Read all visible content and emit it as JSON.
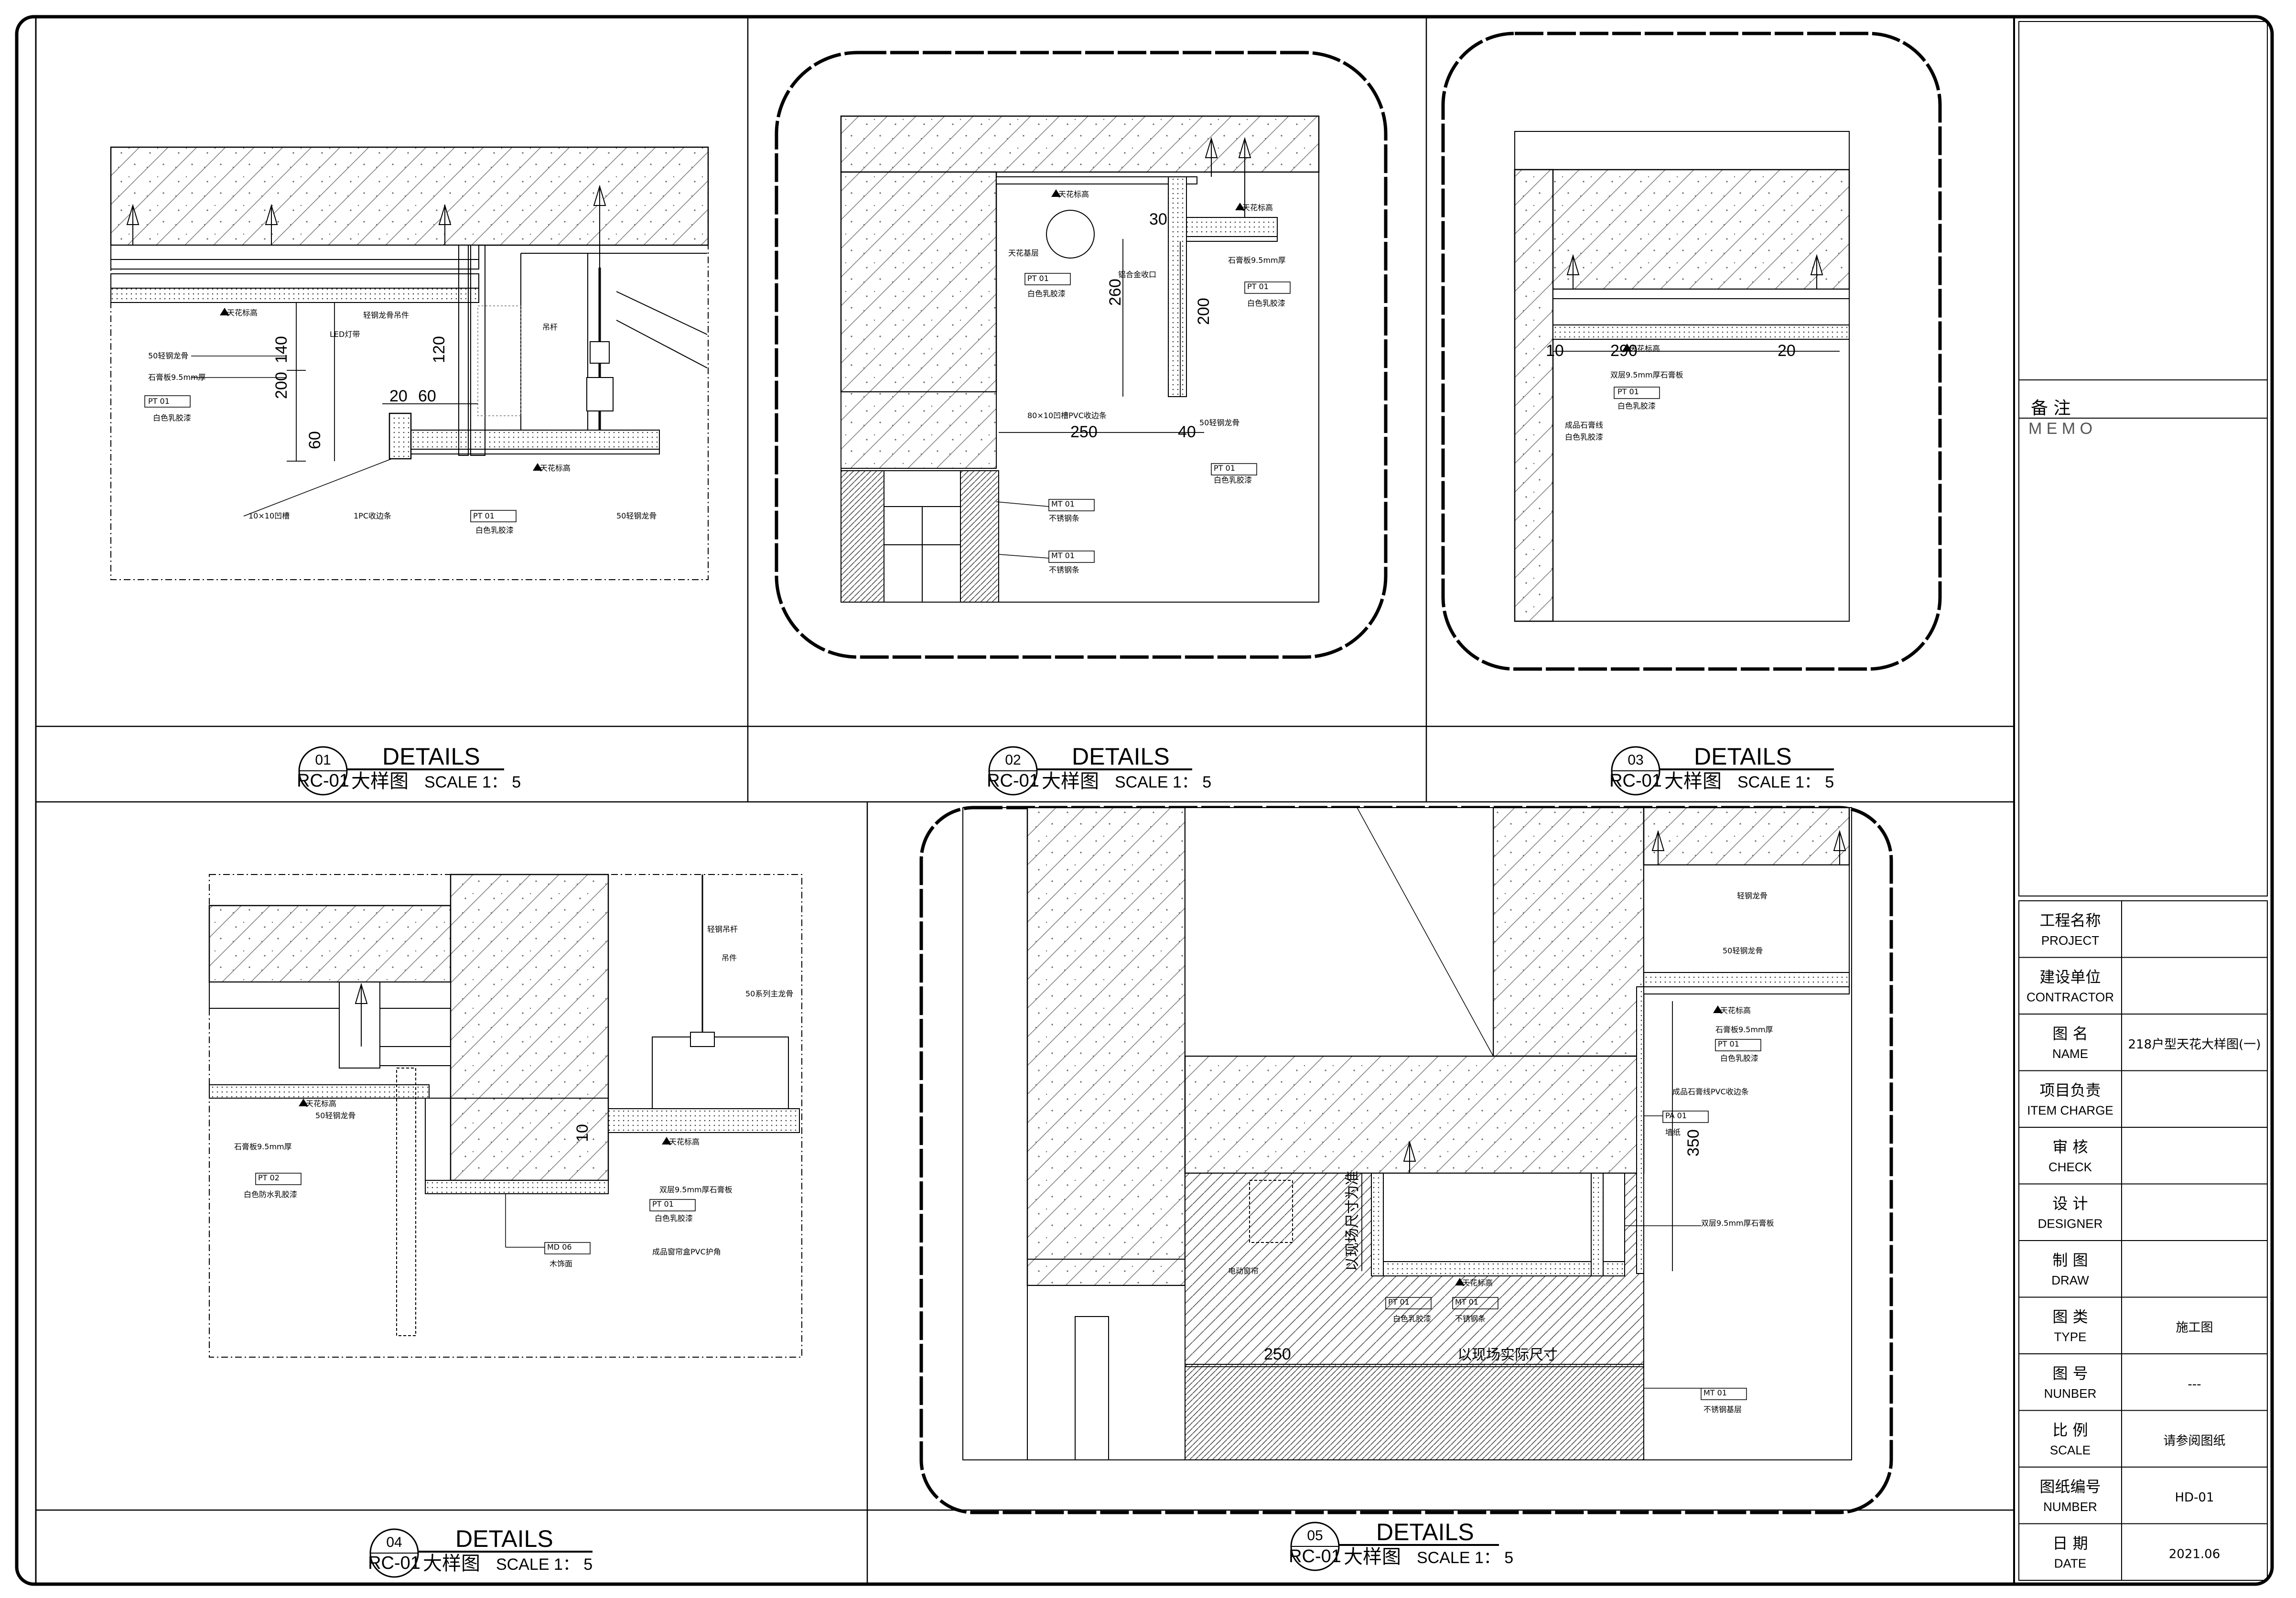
{
  "details": [
    {
      "num": "01",
      "code": "RC-01",
      "title": "DETAILS",
      "cn": "大样图",
      "scale": "SCALE 1：  5"
    },
    {
      "num": "02",
      "code": "RC-01",
      "title": "DETAILS",
      "cn": "大样图",
      "scale": "SCALE 1：  5"
    },
    {
      "num": "03",
      "code": "RC-01",
      "title": "DETAILS",
      "cn": "大样图",
      "scale": "SCALE 1：  5"
    },
    {
      "num": "04",
      "code": "RC-01",
      "title": "DETAILS",
      "cn": "大样图",
      "scale": "SCALE 1：  5"
    },
    {
      "num": "05",
      "code": "RC-01",
      "title": "DETAILS",
      "cn": "大样图",
      "scale": "SCALE 1：  5"
    }
  ],
  "memo": {
    "cn": "备  注",
    "en": "M E M O"
  },
  "title_block": [
    {
      "cn": "工程名称",
      "en": "PROJECT",
      "value": ""
    },
    {
      "cn": "建设单位",
      "en": "CONTRACTOR",
      "value": ""
    },
    {
      "cn": "图    名",
      "en": "NAME",
      "value": "218户型天花大样图(一)"
    },
    {
      "cn": "项目负责",
      "en": "ITEM CHARGE",
      "value": ""
    },
    {
      "cn": "审    核",
      "en": "CHECK",
      "value": ""
    },
    {
      "cn": "设    计",
      "en": "DESIGNER",
      "value": ""
    },
    {
      "cn": "制    图",
      "en": "DRAW",
      "value": ""
    },
    {
      "cn": "图    类",
      "en": "TYPE",
      "value": "施工图"
    },
    {
      "cn": "图    号",
      "en": "NUNBER",
      "value": "---"
    },
    {
      "cn": "比    例",
      "en": "SCALE",
      "value": "请参阅图纸"
    },
    {
      "cn": "图纸编号",
      "en": "NUMBER",
      "value": "HD-01"
    },
    {
      "cn": "日    期",
      "en": "DATE",
      "value": "2021.06"
    }
  ],
  "dims": {
    "d1": [
      "140",
      "200",
      "60",
      "20",
      "60",
      "120"
    ],
    "d2": [
      "30",
      "260",
      "200",
      "250",
      "40"
    ],
    "d3": [
      "10",
      "290",
      "20"
    ],
    "d4": [
      "10"
    ],
    "d5": [
      "350",
      "250",
      "以现场实际尺寸",
      "以现场尺寸为准"
    ]
  },
  "notes": {
    "d1": [
      "50轻钢龙骨",
      "石膏板9.5mm厚",
      "PT 01",
      "白色乳胶漆",
      "LED灯带",
      "轻钢龙骨吊件",
      "吊杆",
      "10×10凹槽",
      "1PC收边条",
      "PT 01",
      "白色乳胶漆",
      "50轻钢龙骨"
    ],
    "d2": [
      "天花基层",
      "PT 01",
      "白色乳胶漆",
      "铝合金收口",
      "石膏板9.5mm厚",
      "PT 01",
      "白色乳胶漆",
      "80×10凹槽PVC收边条",
      "50轻钢龙骨",
      "PT 01",
      "白色乳胶漆",
      "MT 01",
      "不锈钢条",
      "MT 01",
      "不锈钢条"
    ],
    "d3": [
      "双层9.5mm厚石膏板",
      "PT 01",
      "白色乳胶漆",
      "成品石膏线",
      "白色乳胶漆"
    ],
    "d4": [
      "轻钢吊杆",
      "吊件",
      "50系列主龙骨",
      "50轻钢龙骨",
      "石膏板9.5mm厚",
      "PT 02",
      "白色防水乳胶漆",
      "双层9.5mm厚石膏板",
      "PT 01",
      "白色乳胶漆",
      "MD 06",
      "木饰面",
      "成品窗帘盒PVC护角"
    ],
    "d5": [
      "轻钢龙骨",
      "50轻钢龙骨",
      "石膏板9.5mm厚",
      "PT 01",
      "白色乳胶漆",
      "成品石膏线PVC收边条",
      "PA 01",
      "墙纸",
      "双层9.5mm厚石膏板",
      "电动窗帘",
      "PT 01",
      "白色乳胶漆",
      "MT 01",
      "不锈钢条",
      "MT 01",
      "不锈钢基层"
    ]
  },
  "levels": {
    "d1": [
      "天花标高",
      "天花标高"
    ],
    "d2": [
      "天花标高",
      "天花标高"
    ],
    "d3": [
      "天花标高"
    ],
    "d4": [
      "天花标高",
      "天花标高"
    ],
    "d5": [
      "天花标高",
      "天花标高"
    ]
  }
}
